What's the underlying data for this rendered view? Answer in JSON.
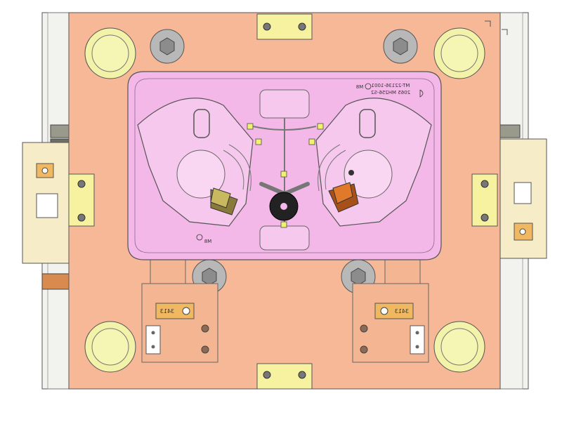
{
  "drawing": {
    "view": "mold core half - top view",
    "colors": {
      "background": "#ffffff",
      "outer_frame": "#f2f2ee",
      "mold_plate": "#f6b896",
      "cavity_insert": "#f4b8e8",
      "clamp_blocks": "#f6edc8",
      "guide_bushing": "#f2f2a8",
      "yellow_blocks": "#f7f2a0",
      "copper_blocks": "#f0b860",
      "ejector_rail": "#f3b592",
      "line": "#555555"
    }
  },
  "engraving": {
    "part_number": "MT-22136-1001",
    "material_code": "2065 MH256-S2",
    "size_mark_top": "M8",
    "size_mark_bottom": "M8",
    "block_label_left": "3413",
    "block_label_right": "3413"
  }
}
